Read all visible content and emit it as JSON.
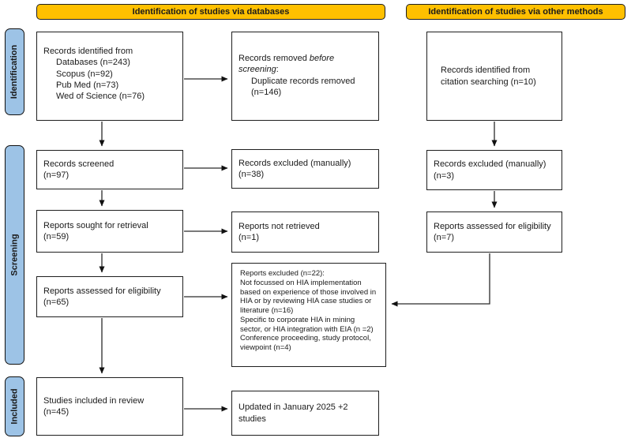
{
  "colors": {
    "header_bg": "#FFC000",
    "stage_bg": "#9DC3E6"
  },
  "headers": {
    "left": "Identification of studies via databases",
    "right": "Identification of studies via other methods"
  },
  "stages": {
    "identification": "Identification",
    "screening": "Screening",
    "included": "Included"
  },
  "flow": {
    "records_identified": {
      "title": "Records identified from",
      "items": [
        "Databases (n=243)",
        "Scopus (n=92)",
        "Pub Med (n=73)",
        "Wed of Science (n=76)"
      ]
    },
    "records_removed": {
      "prefix": "Records removed ",
      "emphasis": "before screening",
      "suffix": ":",
      "detail": "Duplicate records removed (n=146)"
    },
    "citation_searching": {
      "text": "Records identified from citation searching (n=10)"
    },
    "records_screened": {
      "line1": "Records screened",
      "line2": "(n=97)"
    },
    "records_excluded_manually": {
      "line1": "Records excluded (manually)",
      "line2": "(n=38)"
    },
    "records_excluded_manually_other": {
      "line1": "Records excluded (manually)",
      "line2": "(n=3)"
    },
    "reports_sought": {
      "line1": "Reports sought for retrieval",
      "line2": "(n=59)"
    },
    "reports_not_retrieved": {
      "line1": "Reports not retrieved",
      "line2": "(n=1)"
    },
    "reports_assessed": {
      "line1": "Reports assessed for eligibility",
      "line2": "(n=65)"
    },
    "reports_assessed_other": {
      "line1": "Reports assessed for eligibility",
      "line2": "(n=7)"
    },
    "reports_excluded": {
      "title": "Reports excluded (n=22):",
      "reasons": [
        "Not focussed on HIA implementation based on experience of those involved in HIA or by reviewing HIA case studies or literature (n=16)",
        "Specific to corporate HIA in mining sector, or HIA integration with EIA (n =2)",
        "Conference proceeding, study protocol, viewpoint (n=4)"
      ]
    },
    "studies_included": {
      "line1": "Studies included in review",
      "line2": "(n=45)"
    },
    "updated": {
      "text": "Updated in January 2025 +2 studies"
    }
  }
}
